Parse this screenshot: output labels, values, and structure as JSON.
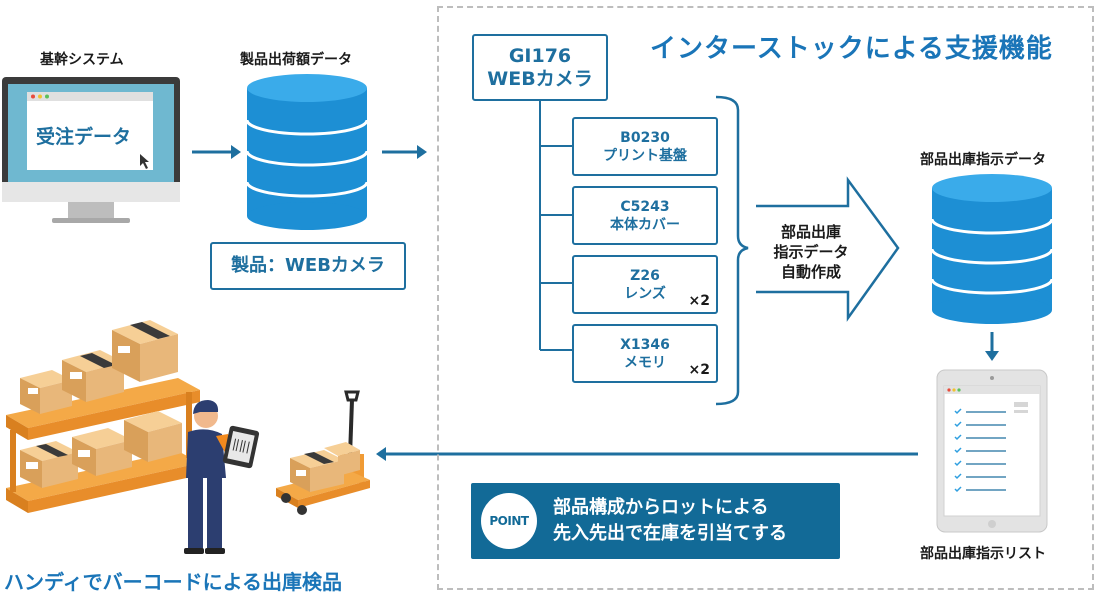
{
  "left": {
    "system_label": "基幹システム",
    "screen_text": "受注データ",
    "shipment_label": "製品出荷額データ",
    "product_label": "製品：WEBカメラ"
  },
  "panel": {
    "title": "インターストックによる支援機能",
    "camera": {
      "line1": "GI176",
      "line2": "WEBカメラ"
    },
    "parts": [
      {
        "code": "B0230",
        "name": "プリント基盤",
        "qty": ""
      },
      {
        "code": "C5243",
        "name": "本体カバー",
        "qty": ""
      },
      {
        "code": "Z26",
        "name": "レンズ",
        "qty": "×2"
      },
      {
        "code": "X1346",
        "name": "メモリ",
        "qty": "×2"
      }
    ],
    "auto_create": {
      "line1": "部品出庫",
      "line2": "指示データ",
      "line3": "自動作成"
    },
    "instruction_data_label": "部品出庫指示データ",
    "instruction_list_label": "部品出庫指示リスト",
    "point": {
      "badge": "POINT",
      "line1": "部品構成からロットによる",
      "line2": "先入先出で在庫を引当てする"
    }
  },
  "bottom": {
    "title": "ハンディでバーコードによる出庫検品"
  },
  "colors": {
    "accent": "#1a75b8",
    "box_border": "#1e6f9f",
    "db_blue": "#2f9fe0",
    "point_bg": "#126a97",
    "shelf_orange": "#f09b35",
    "box_tan": "#e8b77a"
  }
}
